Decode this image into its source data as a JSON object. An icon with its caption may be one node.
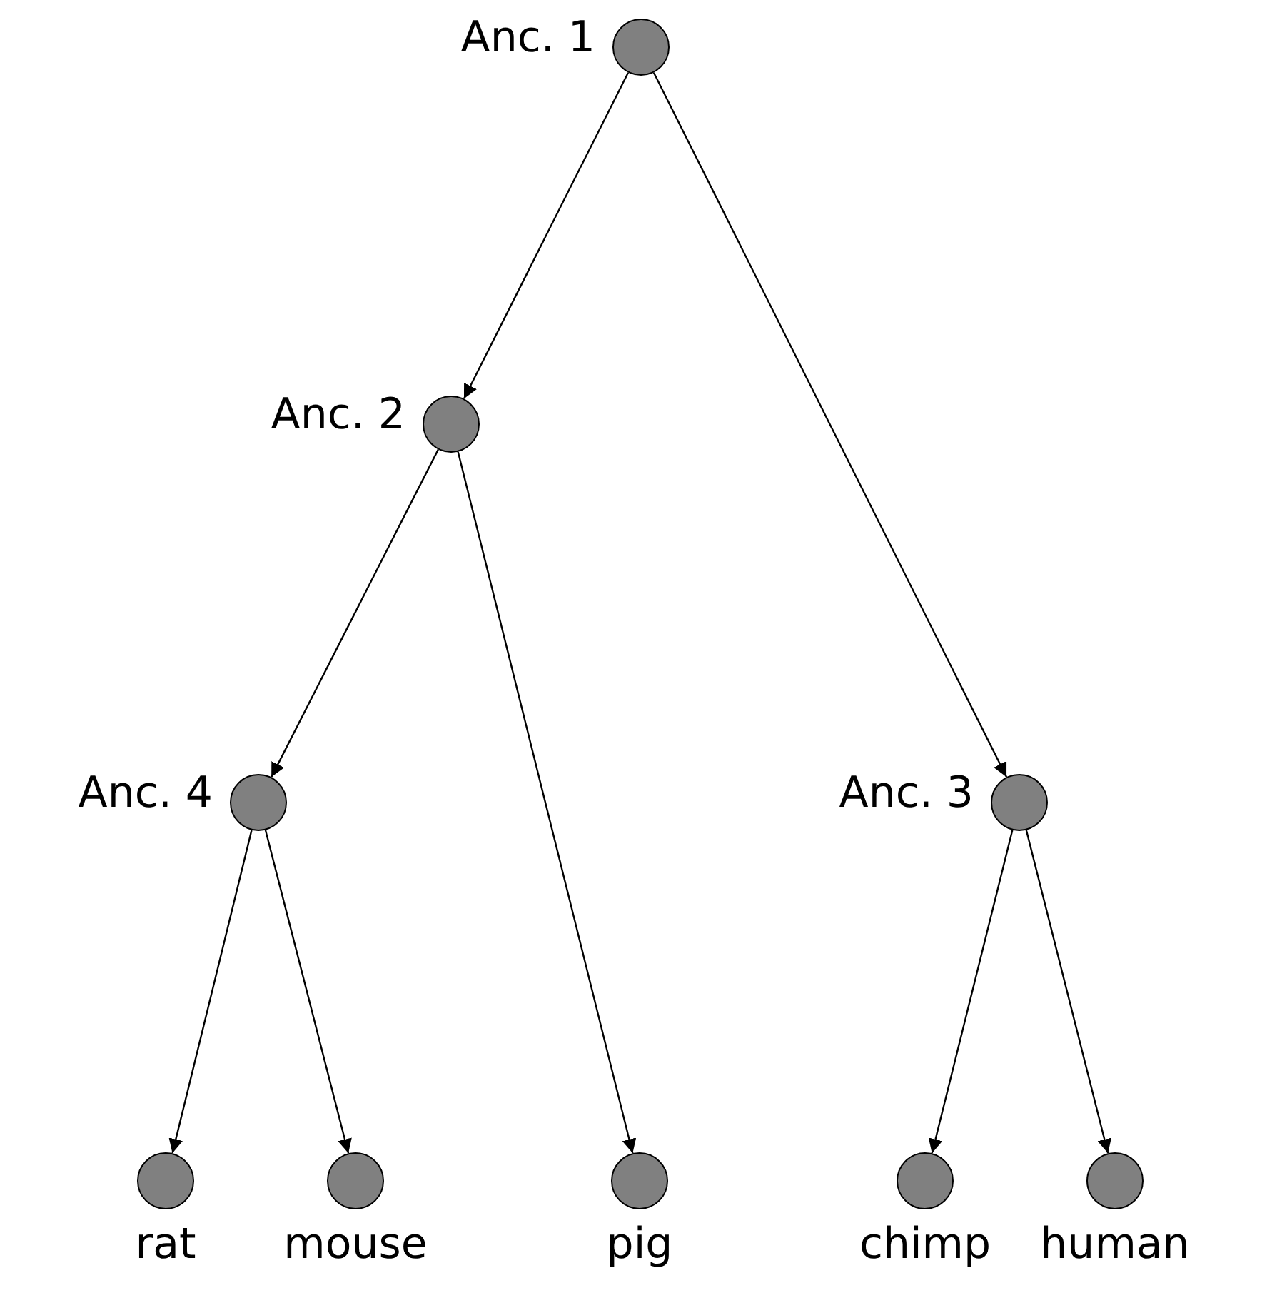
{
  "diagram": {
    "nodes": [
      {
        "text": [],
        "shape": "circle",
        "beside": [
          "Anc. 1"
        ]
      },
      {
        "text": [],
        "shape": "circle",
        "beside": [
          "Anc. 2"
        ]
      },
      {
        "text": [],
        "shape": "circle",
        "beside": [
          "Anc. 4"
        ]
      },
      {
        "text": [],
        "shape": "circle",
        "beside": [
          "Anc. 3"
        ]
      },
      {
        "text": [],
        "shape": "circle",
        "beside": [
          "rat"
        ]
      },
      {
        "text": [],
        "shape": "circle",
        "beside": [
          "mouse"
        ]
      },
      {
        "text": [],
        "shape": "circle",
        "beside": [
          "pig"
        ]
      },
      {
        "text": [],
        "shape": "circle",
        "beside": [
          "chimp"
        ]
      },
      {
        "text": [],
        "shape": "circle",
        "beside": [
          "human"
        ]
      }
    ],
    "edges": [
      {
        "from": 0,
        "to": 1,
        "arrow": "to"
      },
      {
        "from": 0,
        "to": 3,
        "arrow": "to"
      },
      {
        "from": 1,
        "to": 2,
        "arrow": "to"
      },
      {
        "from": 1,
        "to": 6,
        "arrow": "to"
      },
      {
        "from": 2,
        "to": 4,
        "arrow": "to"
      },
      {
        "from": 2,
        "to": 5,
        "arrow": "to"
      },
      {
        "from": 3,
        "to": 7,
        "arrow": "to"
      },
      {
        "from": 3,
        "to": 8,
        "arrow": "to"
      }
    ]
  }
}
